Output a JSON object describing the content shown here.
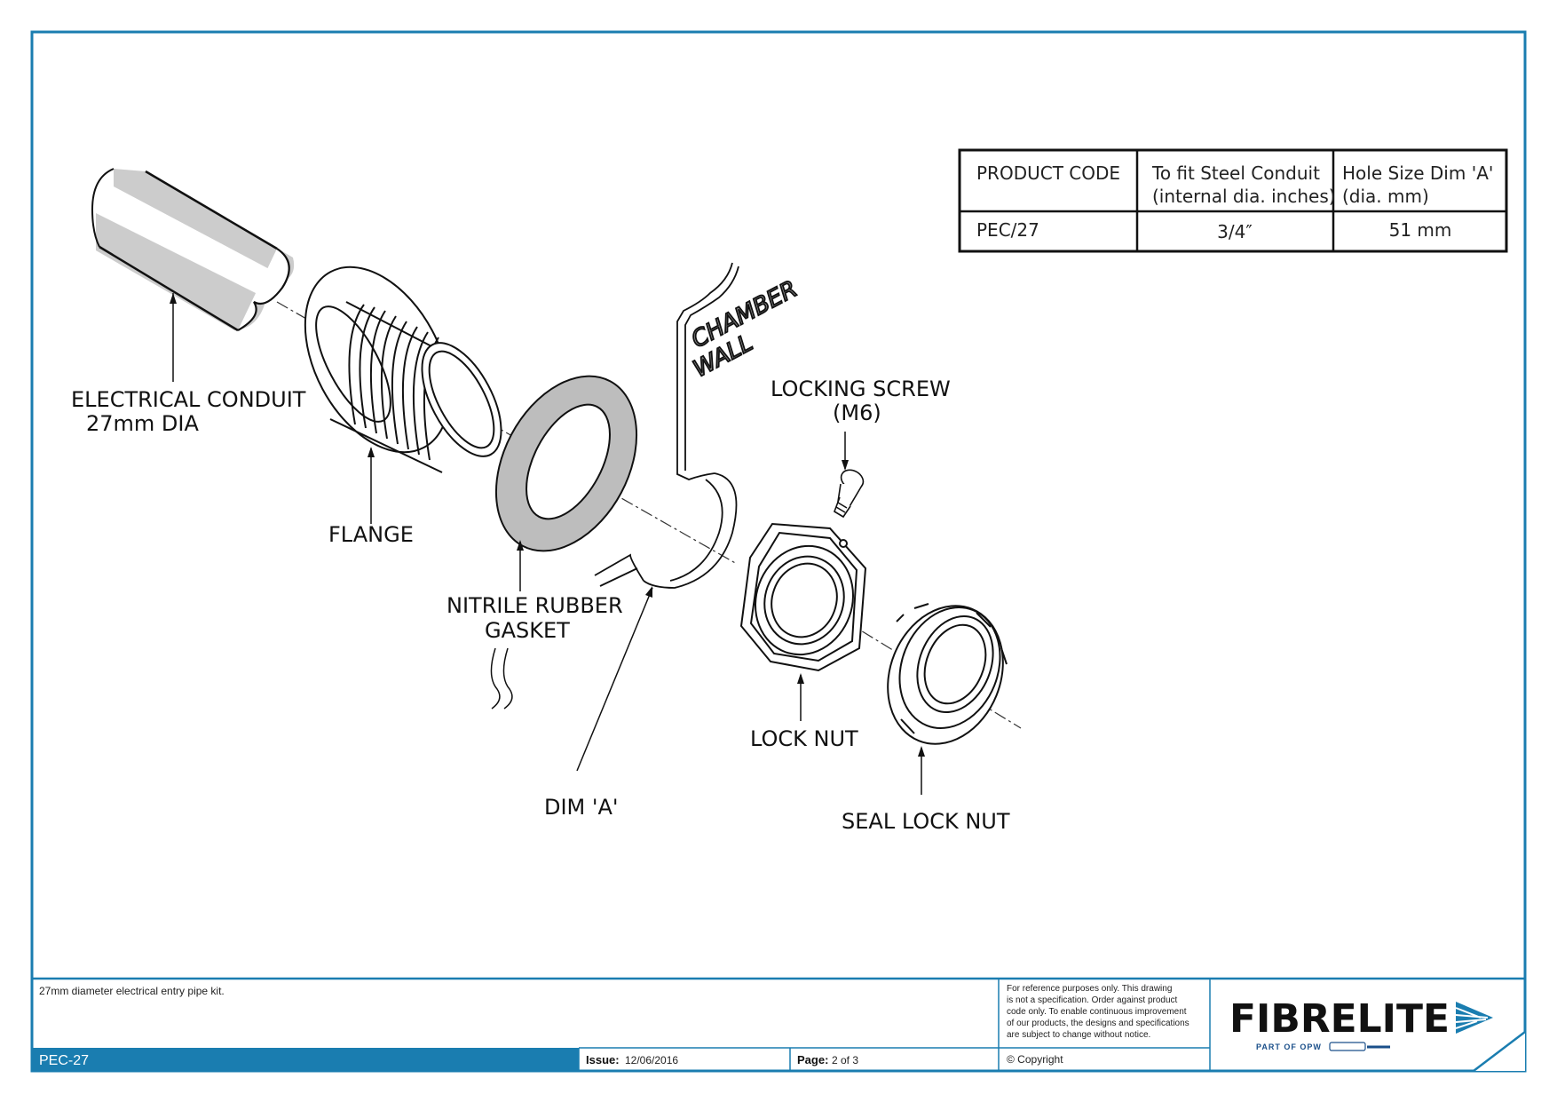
{
  "spec_table": {
    "headers": [
      "PRODUCT CODE",
      "To fit Steel Conduit",
      "(internal dia. inches)",
      "Hole Size Dim 'A'",
      "(dia. mm)"
    ],
    "row": {
      "code": "PEC/27",
      "conduit": "3/4″",
      "hole": "51 mm"
    }
  },
  "labels": {
    "conduit_line1": "ELECTRICAL CONDUIT",
    "conduit_line2": "27mm DIA",
    "flange": "FLANGE",
    "gasket_line1": "NITRILE RUBBER",
    "gasket_line2": "GASKET",
    "dim_a": "DIM 'A'",
    "chamber_line1": "CHAMBER",
    "chamber_line2": "WALL",
    "screw_line1": "LOCKING SCREW",
    "screw_line2": "(M6)",
    "lock_nut": "LOCK NUT",
    "seal_lock_nut": "SEAL LOCK NUT"
  },
  "title_block": {
    "description": "27mm diameter electrical entry pipe kit.",
    "code": "PEC-27",
    "issue_label": "Issue:",
    "issue_value": "12/06/2016",
    "page_label": "Page:",
    "page_value": "2 of 3",
    "note_lines": [
      "For reference purposes only. This drawing",
      "is not a specification. Order against product",
      "code only.  To enable continuous improvement",
      "of our products, the designs and specifications",
      "are subject to change without notice."
    ],
    "copyright": "© Copyright",
    "logo": "FIBRELITE",
    "logo_tagline": "PART OF OPW"
  },
  "colors": {
    "border": "#1a7db0",
    "code_bar": "#1a7db0",
    "conduit_fill": "#cccccc",
    "gasket_fill": "#bdbdbd",
    "wall_text": "#8a8a8a"
  }
}
